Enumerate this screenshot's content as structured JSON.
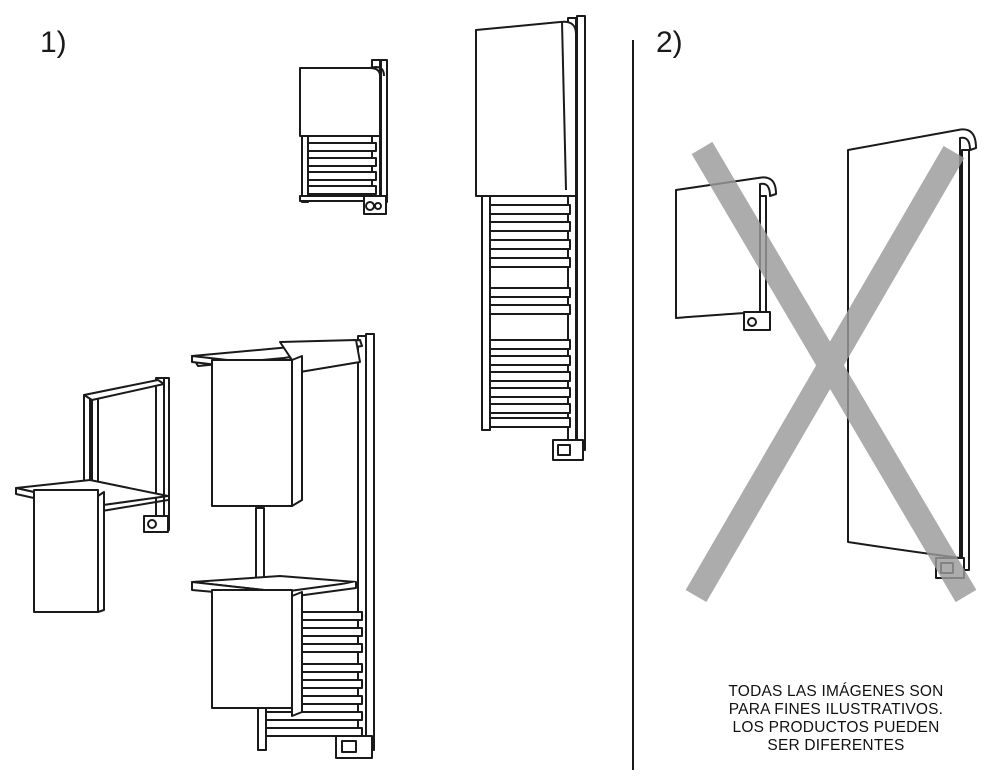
{
  "labels": {
    "step_1": "1)",
    "step_2": "2)"
  },
  "disclaimer_lines": [
    "TODAS LAS IMÁGENES SON",
    "PARA FINES ILUSTRATIVOS.",
    "LOS PRODUCTOS PUEDEN",
    "SER DIFERENTES"
  ],
  "colors": {
    "line": "#1a1a1a",
    "cross": "#9a9a9a",
    "panel": "#ffffff"
  }
}
